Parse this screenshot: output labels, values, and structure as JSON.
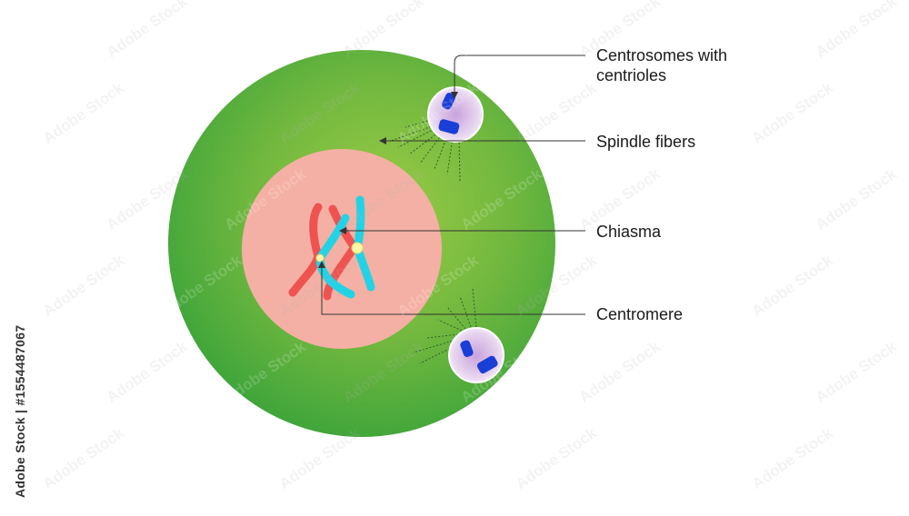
{
  "labels": {
    "centrosomes": "Centrosomes with centrioles",
    "spindle": "Spindle fibers",
    "chiasma": "Chiasma",
    "centromere": "Centromere"
  },
  "watermark": {
    "side": "Adobe Stock | #1554487067",
    "tile": "Adobe Stock"
  },
  "colors": {
    "cytoplasm_center": "#8cc63f",
    "cytoplasm_edge": "#3fa53a",
    "nucleus": "#f4b0a4",
    "chromosome_red": "#ef5350",
    "chromosome_cyan": "#22d3e6",
    "centrosome_fill": "#e1c8ec",
    "centriole": "#1a3fd6",
    "leader_line": "#333333"
  }
}
